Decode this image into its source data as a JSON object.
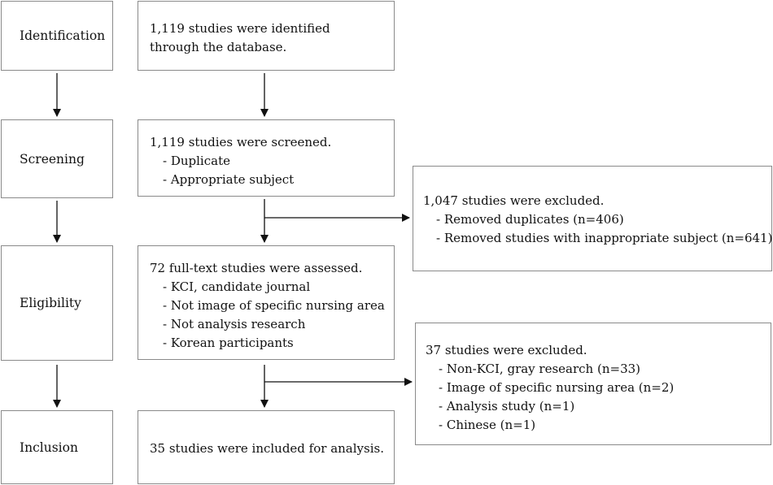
{
  "stages": {
    "identification": "Identification",
    "screening": "Screening",
    "eligibility": "Eligibility",
    "inclusion": "Inclusion"
  },
  "identification_box": {
    "text": "1,119 studies were identified through the database."
  },
  "screening_box": {
    "heading": "1,119 studies were screened.",
    "items": [
      "- Duplicate",
      "- Appropriate subject"
    ]
  },
  "excluded_1": {
    "heading": "1,047 studies were excluded.",
    "items": [
      "- Removed duplicates (n=406)",
      "- Removed studies with inappropriate subject (n=641)"
    ]
  },
  "eligibility_box": {
    "heading": "72 full-text studies were assessed.",
    "items": [
      "- KCI, candidate journal",
      "- Not image of specific nursing area",
      "- Not analysis research",
      "- Korean participants"
    ]
  },
  "excluded_2": {
    "heading": "37 studies were excluded.",
    "items": [
      "- Non-KCI, gray research (n=33)",
      "- Image of specific nursing area (n=2)",
      "- Analysis study (n=1)",
      "- Chinese (n=1)"
    ]
  },
  "inclusion_box": {
    "text": "35 studies were included for analysis."
  }
}
